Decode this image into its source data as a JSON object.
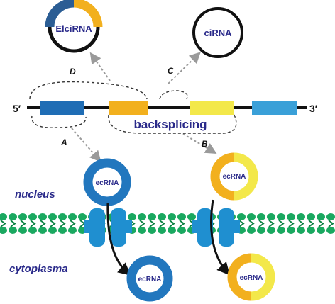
{
  "labels": {
    "elcirna": "ElciRNA",
    "cirna": "ciRNA",
    "ecrna": "ecRNA",
    "five_prime": "5′",
    "three_prime": "3′",
    "backsplicing": "backsplicing",
    "path_a": "A",
    "path_b": "B",
    "path_c": "C",
    "path_d": "D",
    "nucleus": "nucleus",
    "cytoplasma": "cytoplasma"
  },
  "colors": {
    "exon_dark_blue": "#1f6db5",
    "exon_orange": "#f2b01e",
    "exon_yellow": "#f3e84a",
    "exon_light_blue": "#3aa0d8",
    "ring_blue": "#2277be",
    "ring_yellow": "#f3e84a",
    "ring_orange": "#f2b01e",
    "ring_black": "#111111",
    "elci_dark": "#2b5d94",
    "membrane_green": "#1aa860",
    "membrane_green_dark": "#0f8446",
    "channel_blue": "#1f8fd0",
    "text_navy": "#2a2a8a",
    "arrow_gray": "#9a9a9a"
  }
}
